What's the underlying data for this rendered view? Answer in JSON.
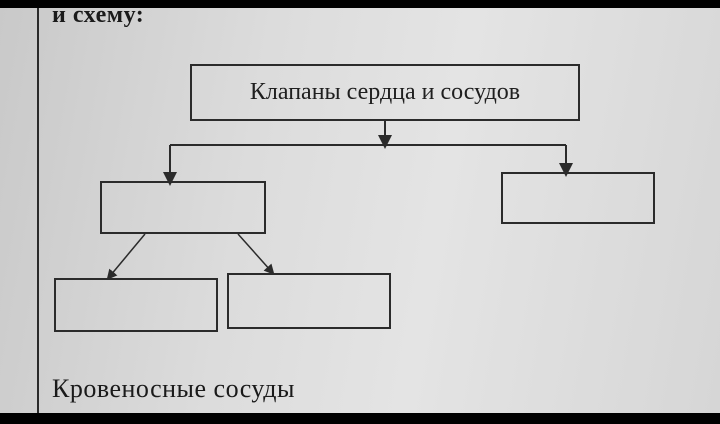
{
  "heading": {
    "text": "и схему:"
  },
  "diagram": {
    "root": {
      "label": "Клапаны сердца и сосудов"
    },
    "left": {
      "label": ""
    },
    "right": {
      "label": ""
    },
    "left_left": {
      "label": ""
    },
    "left_right": {
      "label": ""
    }
  },
  "footer": {
    "text": "Кровеносные сосуды"
  },
  "colors": {
    "ink": "#2b2b2b",
    "paper": "#dcdcdc",
    "frame": "#000000"
  }
}
